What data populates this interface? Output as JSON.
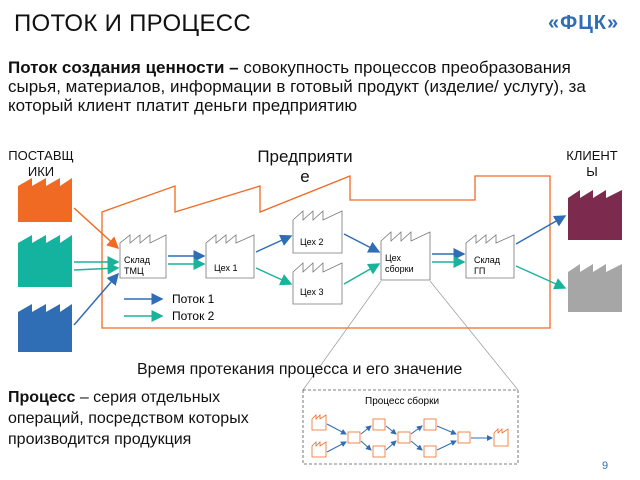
{
  "title": "ПОТОК И ПРОЦЕСС",
  "logo_text": "ФЦК",
  "definition": {
    "term": "Поток создания ценности – ",
    "text": "совокупность процессов преобразования сырья, материалов, информации в готовый продукт (изделие/ услугу), за который клиент платит деньги предприятию"
  },
  "suppliers_label": "ПОСТАВЩИКИ",
  "clients_label": "КЛИЕНТЫ",
  "enterprise_label": "Предприятие",
  "workshops": {
    "warehouse_tmc": [
      "Склад",
      "ТМЦ"
    ],
    "shop1": "Цех 1",
    "shop2": "Цех 2",
    "shop3": "Цех 3",
    "assembly": [
      "Цех",
      "сборки"
    ],
    "warehouse_gp": [
      "Склад",
      "ГП"
    ]
  },
  "legend": {
    "flow1": "Поток 1",
    "flow2": "Поток 2"
  },
  "time_label": "Время протекания процесса и его значение",
  "assembly_process_title": "Процесс сборки",
  "process_definition": {
    "term": "Процесс",
    "text": " – серия отдельных операций, посредством которых производится продукция"
  },
  "page_number": "9",
  "colors": {
    "flow1": "#2f6db5",
    "flow2": "#19b39b",
    "factory_orange": "#f06a24",
    "factory_teal": "#14b3a0",
    "factory_blue": "#2f6db5",
    "client_maroon": "#7c2a4e",
    "client_grey": "#a6a6a6",
    "enterprise_outline": "#f06a24"
  }
}
